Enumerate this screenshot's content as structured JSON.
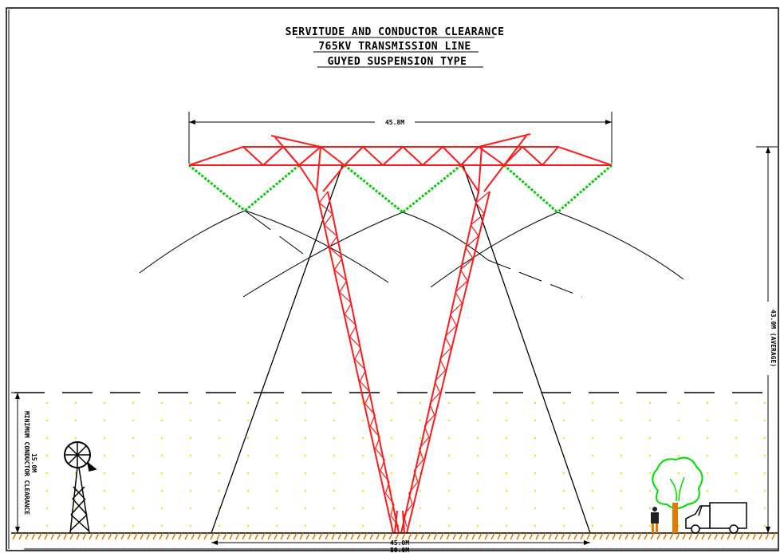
{
  "title": {
    "line1": "SERVITUDE AND CONDUCTOR CLEARANCE",
    "line2": "765KV TRANSMISSION LINE",
    "line3": "GUYED SUSPENSION TYPE"
  },
  "dimensions": {
    "top_width": "45.8M",
    "height": "43.0M (AVERAGE)",
    "clearance": "MINIMUM CONDUCTOR CLEARANCE",
    "clearance_value": "15.0M",
    "base_inner": "45.0M",
    "base_outer": "80.0M"
  },
  "colors": {
    "tower": "#ff1a1a",
    "insulators": "#00cc00",
    "conductor": "#000000",
    "ground_hatch": "#e07a00",
    "clearance_dots": "#e8e800",
    "tree": "#00dd00",
    "trunk": "#e07a00"
  },
  "icons": [
    "windmill-icon",
    "tree-icon",
    "truck-icon",
    "person-icon"
  ]
}
